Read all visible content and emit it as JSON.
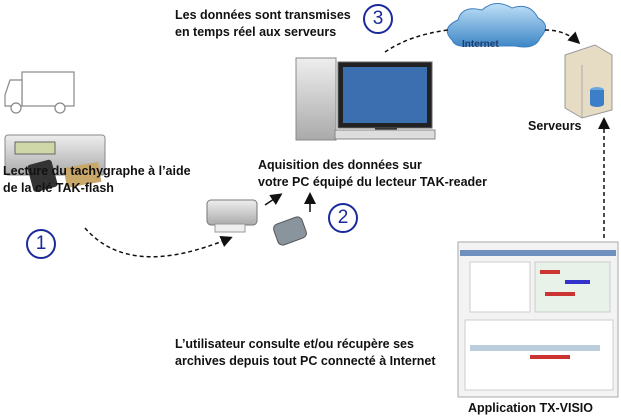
{
  "steps": {
    "step1": {
      "number": "1",
      "text_line1": "Lecture du tachygraphe à l’aide",
      "text_line2": "de la clé TAK-flash"
    },
    "step2": {
      "number": "2",
      "text_line1": "Aquisition des données sur",
      "text_line2": "votre PC équipé du lecteur TAK-reader"
    },
    "step3": {
      "number": "3",
      "text_line1": "Les données sont transmises",
      "text_line2": "en temps réel aux serveurs"
    }
  },
  "cloud_label": "Internet",
  "servers_label": "Serveurs",
  "consult_text": {
    "line1": "L’utilisateur consulte et/ou récupère ses",
    "line2": "archives depuis tout PC connecté à Internet"
  },
  "app_label": "Application TX-VISIO",
  "colors": {
    "accent": "#1a2a9a",
    "cloud": "#5b9bd5"
  }
}
